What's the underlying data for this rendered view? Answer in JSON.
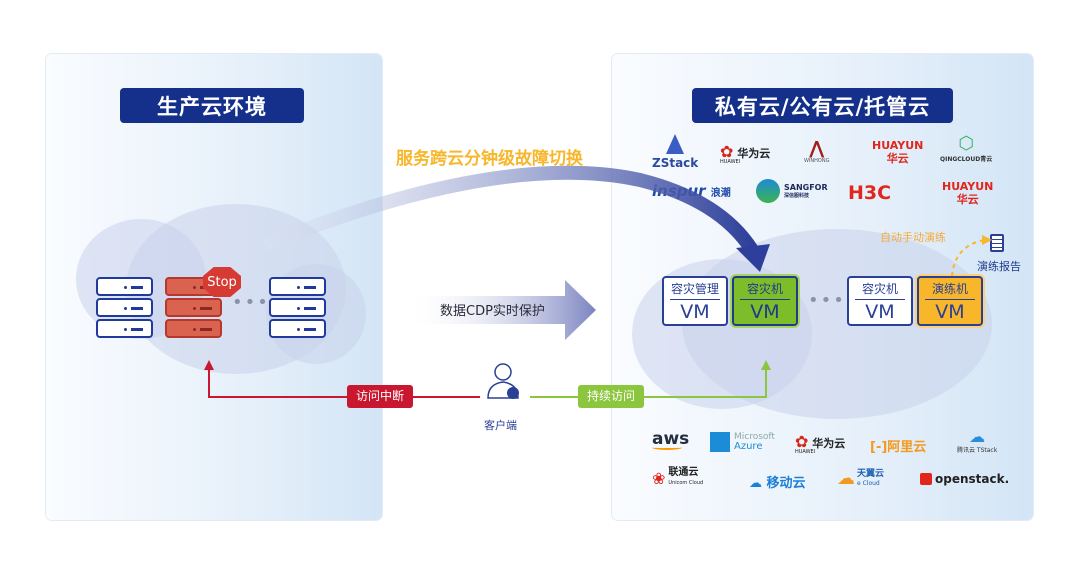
{
  "left_panel": {
    "title": "生产云环境",
    "stop_label": "Stop"
  },
  "right_panel": {
    "title": "私有云/公有云/托管云",
    "private_logos": [
      "ZStack",
      "华为云",
      "HUAWEI",
      "WINHONG",
      "HUAYUN",
      "华云",
      "QINGCLOUD青云",
      "inspur",
      "浪潮",
      "SANGFOR",
      "深信服科技",
      "H3C",
      "HUAYUN",
      "华云"
    ],
    "drill_label": "自动手动演练",
    "report_label": "演练报告",
    "vms": [
      {
        "top": "容灾管理",
        "bottom": "VM",
        "style": "normal"
      },
      {
        "top": "容灾机",
        "bottom": "VM",
        "style": "green"
      },
      {
        "top": "容灾机",
        "bottom": "VM",
        "style": "normal"
      },
      {
        "top": "演练机",
        "bottom": "VM",
        "style": "orange"
      }
    ],
    "public_logos": [
      "aws",
      "Microsoft",
      "Azure",
      "华为云",
      "HUAWEI",
      "[-]阿里云",
      "腾讯云 TStack",
      "联通云",
      "Unicom Cloud",
      "移动云",
      "天翼云",
      "e Cloud",
      "openstack."
    ]
  },
  "center": {
    "failover_label": "服务跨云分钟级故障切换",
    "cdp_label": "数据CDP实时保护",
    "client_label": "客户端",
    "interrupt_label": "访问中断",
    "continue_label": "持续访问"
  },
  "colors": {
    "title_bg": "#15308a",
    "accent_orange": "#f8b62b",
    "accent_green": "#7dbd2a",
    "accent_red": "#c8172f",
    "line_blue": "#2a3f96"
  }
}
